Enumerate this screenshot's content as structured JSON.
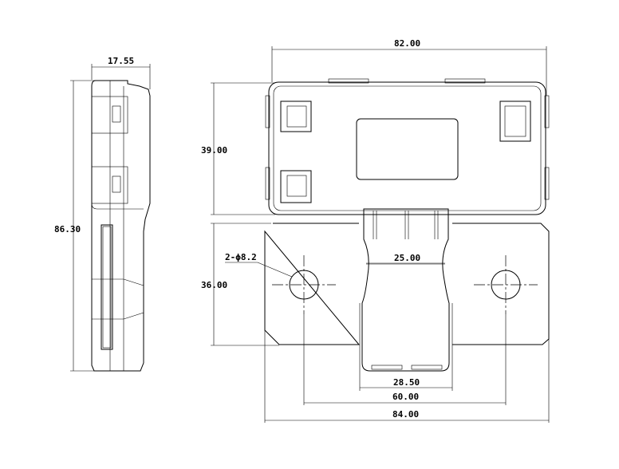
{
  "dimensions": {
    "side_width": "17.55",
    "side_height": "86.30",
    "top_width": "82.00",
    "top_height": "39.00",
    "plate_height": "36.00",
    "hole_callout": "2-ϕ8.2",
    "inner_width": "25.00",
    "outer_width": "28.50",
    "hole_spacing": "60.00",
    "plate_width": "84.00"
  }
}
